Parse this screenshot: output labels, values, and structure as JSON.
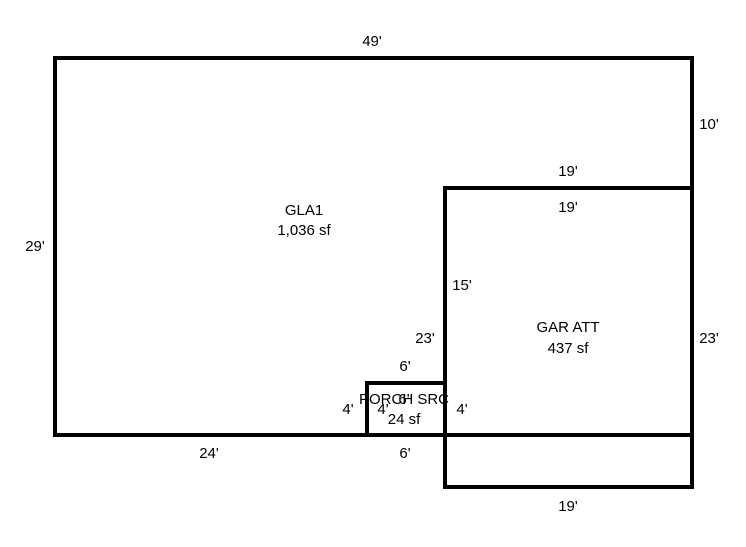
{
  "areas": [
    {
      "name": "GLA1",
      "area": "1,036 sf"
    },
    {
      "name": "GAR ATT",
      "area": "437 sf"
    },
    {
      "name": "PORCH SRC",
      "area": "24 sf"
    }
  ],
  "dimensions": {
    "gla1_top": "49'",
    "gla1_left": "29'",
    "gla1_right_upper": "10'",
    "gla1_bottom": "24'",
    "gla1_inner_vertical": "23'",
    "gla1_inner_horizontal": "19'",
    "gar_top": "19'",
    "gar_bottom": "19'",
    "gar_right": "23'",
    "gar_left": "15'",
    "porch_top_outer": "6'",
    "porch_bottom_outer": "6'",
    "porch_left_outer": "4'",
    "porch_left_inner": "4'",
    "porch_right": "4'",
    "porch_top_inner": "6'"
  }
}
